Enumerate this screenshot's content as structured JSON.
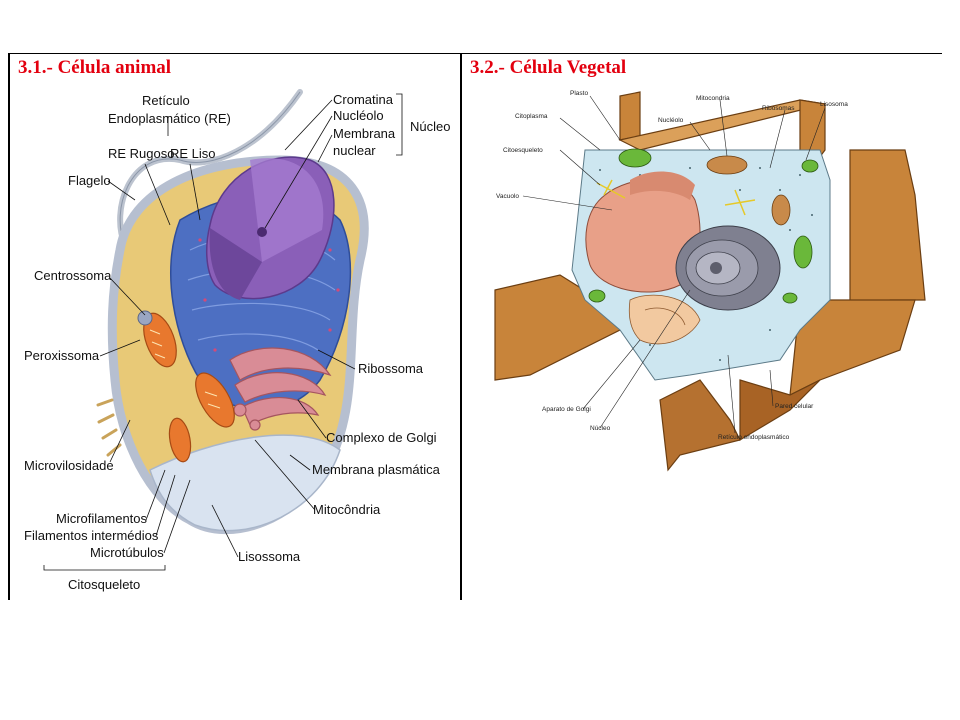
{
  "animal": {
    "title": "3.1.- Célula animal",
    "labels": {
      "reticulo": "Retículo",
      "endoplasmatico": "Endoplasmático (RE)",
      "re_rugoso": "RE Rugoso",
      "re_liso": "RE Liso",
      "flagelo": "Flagelo",
      "centrossoma": "Centrossoma",
      "peroxissoma": "Peroxissoma",
      "microvilosidade": "Microvilosidade",
      "microfilamentos": "Microfilamentos",
      "filamentos": "Filamentos intermédios",
      "microtubulos": "Microtúbulos",
      "citosqueleto": "Citosqueleto",
      "cromatina": "Cromatina",
      "nucleolo": "Nucléolo",
      "membrana_nuclear_1": "Membrana",
      "membrana_nuclear_2": "nuclear",
      "nucleo": "Núcleo",
      "ribossoma": "Ribossoma",
      "golgi": "Complexo de Golgi",
      "membrana_plasmatica": "Membrana plasmática",
      "mitocondria": "Mitocôndria",
      "lisossoma": "Lisossoma"
    }
  },
  "vegetal": {
    "title": "3.2.- Célula Vegetal",
    "labels": {
      "plasto": "Plasto",
      "mitocondria": "Mitocondria",
      "ribossomas": "Ribosomas",
      "lisossoma": "Lisosoma",
      "citoplasma": "Citoplasma",
      "nucleolo": "Nucléolo",
      "citoesqueleto": "Citoesqueleto",
      "vacuolo": "Vacuolo",
      "aparato_golgi": "Aparato de Golgi",
      "nucleo": "Núcleo",
      "pared_celular": "Pared celular",
      "reticulo": "Retículo endoplasmático"
    }
  },
  "colors": {
    "title_red": "#e3000f",
    "nucleus_purple": "#8a5fb8",
    "er_blue": "#4d6fc2",
    "cell_wall_brown": "#c8843a",
    "chloroplast_green": "#6ab83a",
    "cytoplasm_blue": "#cde6f0"
  }
}
